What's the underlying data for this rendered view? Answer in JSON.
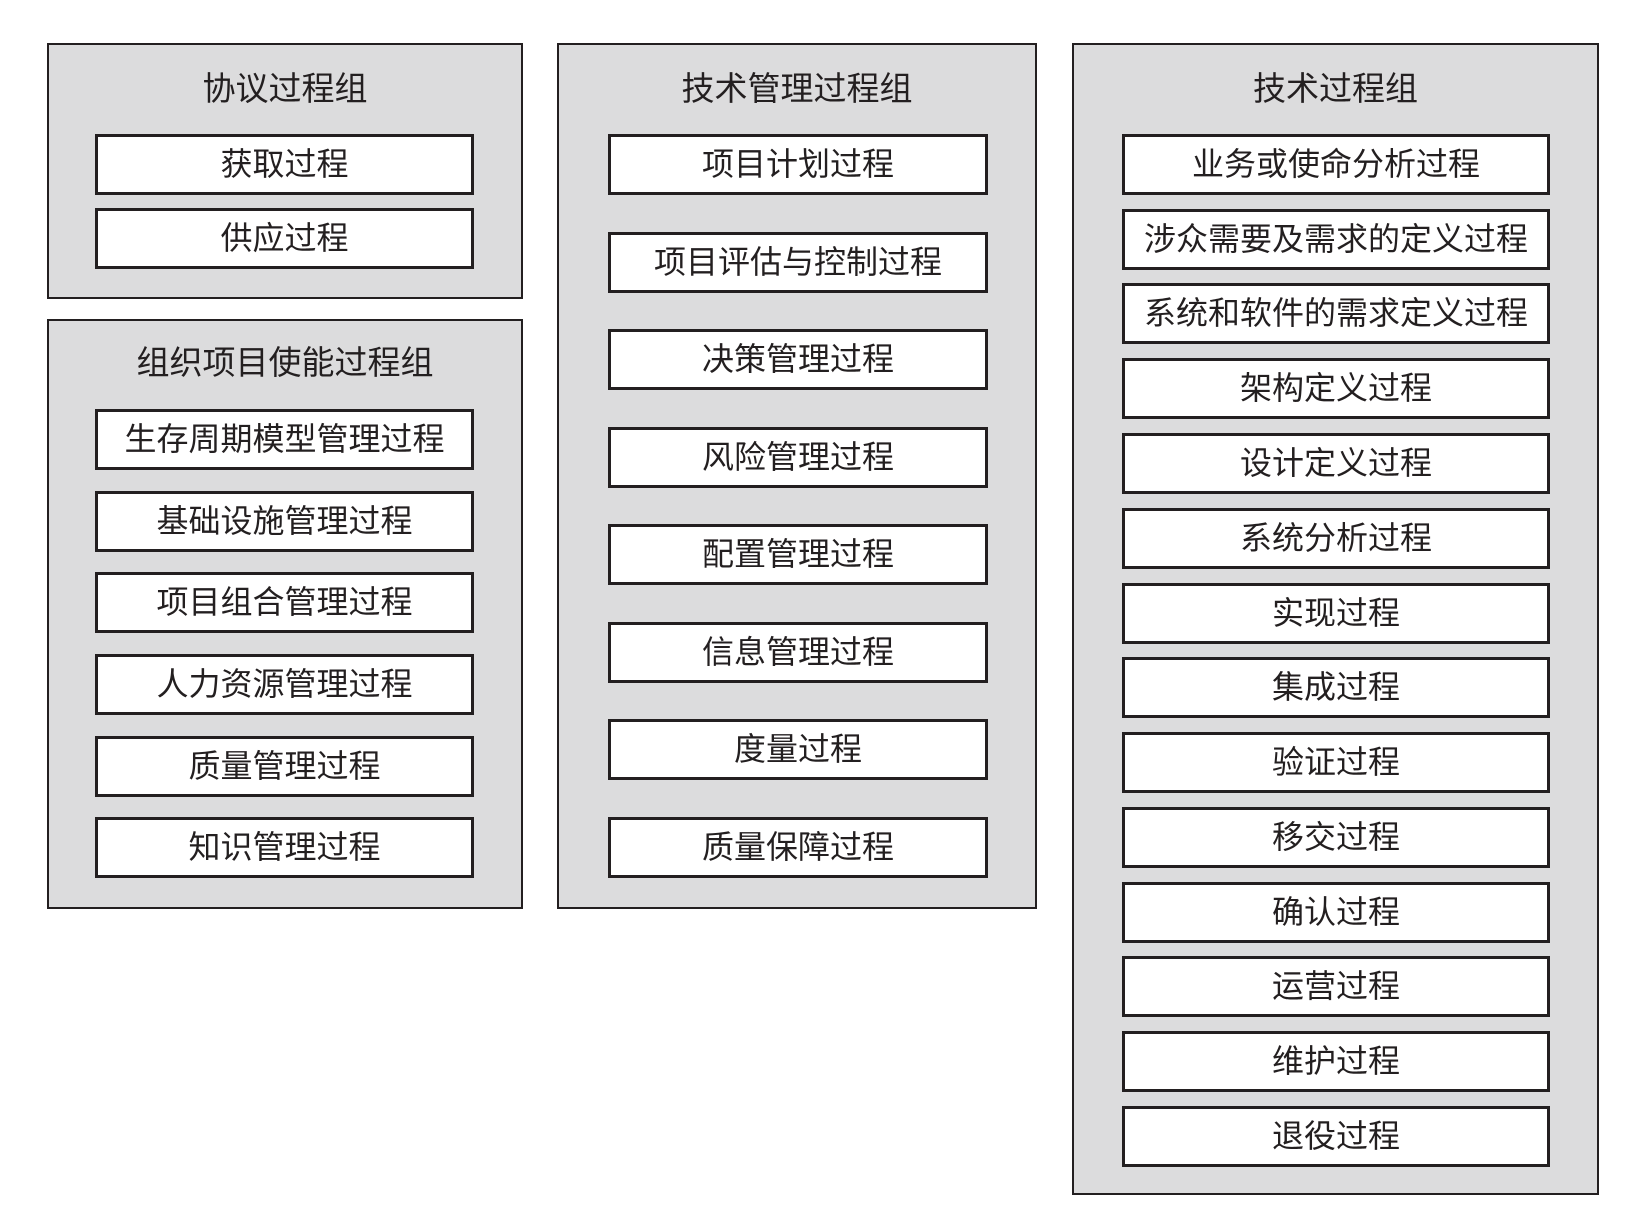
{
  "groups": {
    "agreement": {
      "title": "协议过程组",
      "items": [
        "获取过程",
        "供应过程"
      ]
    },
    "org_enabling": {
      "title": "组织项目使能过程组",
      "items": [
        "生存周期模型管理过程",
        "基础设施管理过程",
        "项目组合管理过程",
        "人力资源管理过程",
        "质量管理过程",
        "知识管理过程"
      ]
    },
    "tech_management": {
      "title": "技术管理过程组",
      "items": [
        "项目计划过程",
        "项目评估与控制过程",
        "决策管理过程",
        "风险管理过程",
        "配置管理过程",
        "信息管理过程",
        "度量过程",
        "质量保障过程"
      ]
    },
    "technical": {
      "title": "技术过程组",
      "items": [
        "业务或使命分析过程",
        "涉众需要及需求的定义过程",
        "系统和软件的需求定义过程",
        "架构定义过程",
        "设计定义过程",
        "系统分析过程",
        "实现过程",
        "集成过程",
        "验证过程",
        "移交过程",
        "确认过程",
        "运营过程",
        "维护过程",
        "退役过程"
      ]
    }
  },
  "colors": {
    "group_fill": "#dcdcdd",
    "item_fill": "#ffffff",
    "stroke": "#231f20"
  }
}
